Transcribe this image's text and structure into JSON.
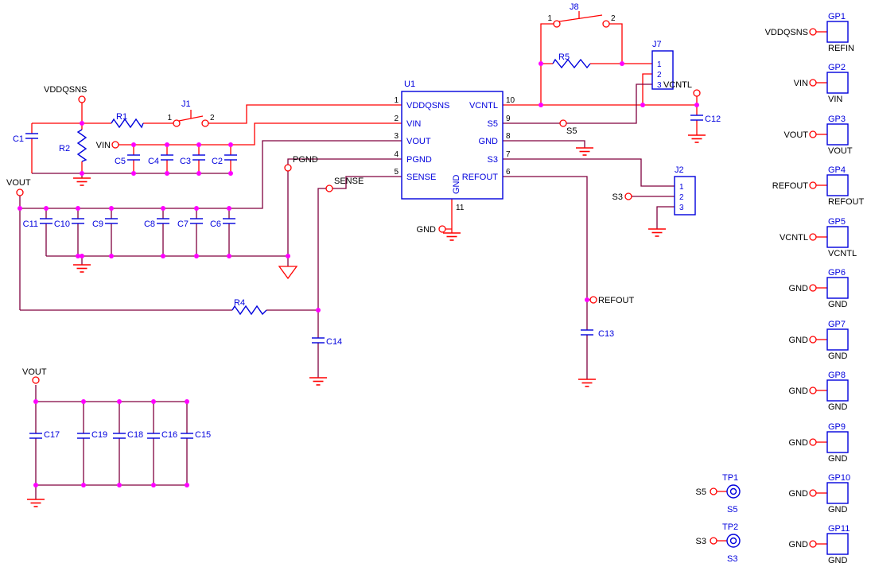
{
  "colors": {
    "wire_red": "#FF0000",
    "wire_dark": "#80003F",
    "symbol_blue": "#0000DD",
    "junction_magenta": "#FF00FF",
    "text_black": "#000000"
  },
  "ic": {
    "ref": "U1",
    "left_pins": [
      {
        "num": "1",
        "name": "VDDQSNS"
      },
      {
        "num": "2",
        "name": "VIN"
      },
      {
        "num": "3",
        "name": "VOUT"
      },
      {
        "num": "4",
        "name": "PGND"
      },
      {
        "num": "5",
        "name": "SENSE"
      }
    ],
    "right_pins": [
      {
        "num": "10",
        "name": "VCNTL"
      },
      {
        "num": "9",
        "name": "S5"
      },
      {
        "num": "8",
        "name": "GND"
      },
      {
        "num": "7",
        "name": "S3"
      },
      {
        "num": "6",
        "name": "REFOUT"
      }
    ],
    "bottom_pin": {
      "num": "11",
      "name": "GND"
    }
  },
  "resistors": {
    "r1": "R1",
    "r2": "R2",
    "r4": "R4",
    "r5": "R5"
  },
  "capacitors": {
    "c1": "C1",
    "c2": "C2",
    "c3": "C3",
    "c4": "C4",
    "c5": "C5",
    "c6": "C6",
    "c7": "C7",
    "c8": "C8",
    "c9": "C9",
    "c10": "C10",
    "c11": "C11",
    "c12": "C12",
    "c13": "C13",
    "c14": "C14",
    "c15": "C15",
    "c16": "C16",
    "c17": "C17",
    "c18": "C18",
    "c19": "C19"
  },
  "connectors": {
    "j1": {
      "ref": "J1",
      "pins": [
        "1",
        "2"
      ]
    },
    "j8": {
      "ref": "J8",
      "pins": [
        "1",
        "2"
      ]
    },
    "j7": {
      "ref": "J7",
      "pins": [
        "1",
        "2",
        "3"
      ]
    },
    "j2": {
      "ref": "J2",
      "pins": [
        "1",
        "2",
        "3"
      ]
    }
  },
  "nets": {
    "vddqsns": "VDDQSNS",
    "vin": "VIN",
    "vout": "VOUT",
    "pgnd": "PGND",
    "sense": "SENSE",
    "gnd": "GND",
    "s5": "S5",
    "s3": "S3",
    "refout": "REFOUT",
    "vcntl": "VCNTL"
  },
  "gp_posts": [
    {
      "ref": "GP1",
      "net": "VDDQSNS",
      "pin": "REFIN"
    },
    {
      "ref": "GP2",
      "net": "VIN",
      "pin": "VIN"
    },
    {
      "ref": "GP3",
      "net": "VOUT",
      "pin": "VOUT"
    },
    {
      "ref": "GP4",
      "net": "REFOUT",
      "pin": "REFOUT"
    },
    {
      "ref": "GP5",
      "net": "VCNTL",
      "pin": "VCNTL"
    },
    {
      "ref": "GP6",
      "net": "GND",
      "pin": "GND"
    },
    {
      "ref": "GP7",
      "net": "GND",
      "pin": "GND"
    },
    {
      "ref": "GP8",
      "net": "GND",
      "pin": "GND"
    },
    {
      "ref": "GP9",
      "net": "GND",
      "pin": "GND"
    },
    {
      "ref": "GP10",
      "net": "GND",
      "pin": "GND"
    },
    {
      "ref": "GP11",
      "net": "GND",
      "pin": "GND"
    }
  ],
  "test_points": [
    {
      "ref": "TP1",
      "net": "S5",
      "label": "S5"
    },
    {
      "ref": "TP2",
      "net": "S3",
      "label": "S3"
    }
  ]
}
